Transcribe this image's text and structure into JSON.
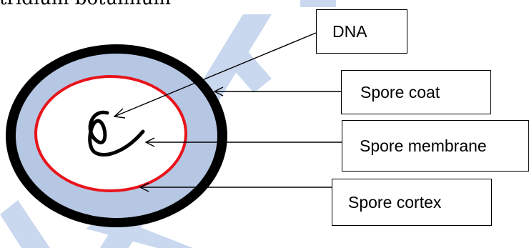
{
  "diagram": {
    "heading_text": "ostridium botulinum",
    "labels": {
      "dna": "DNA",
      "spore_coat": "Spore coat",
      "spore_membrane": "Spore membrane",
      "spore_cortex": "Spore cortex"
    },
    "watermark": {
      "color": "#9fb8dc",
      "text": "LEON"
    },
    "colors": {
      "spore_coat": "#000000",
      "spore_cortex": "#b6c7e4",
      "spore_membrane": "#e8141b",
      "core": "#ffffff",
      "dna": "#000000"
    }
  }
}
